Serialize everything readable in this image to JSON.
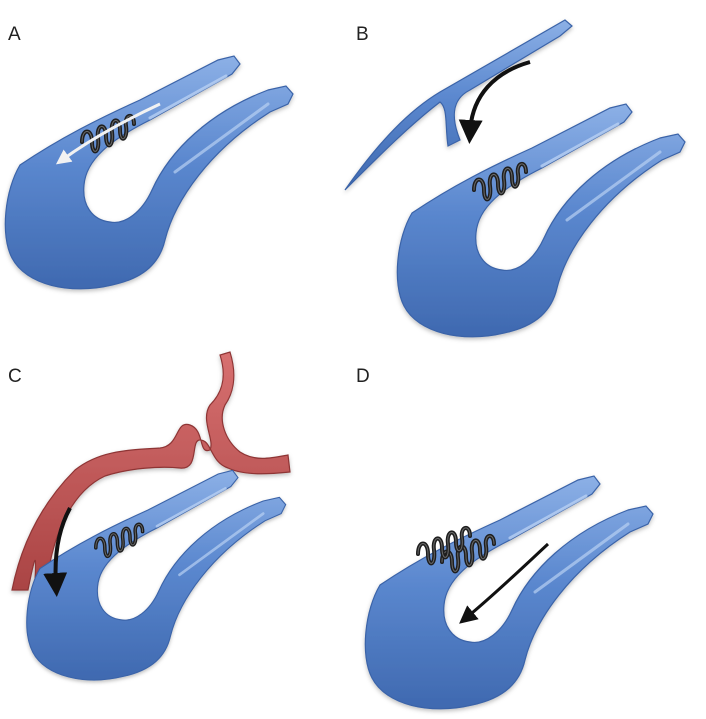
{
  "panels": [
    {
      "label": "A"
    },
    {
      "label": "B"
    },
    {
      "label": "C"
    },
    {
      "label": "D"
    }
  ],
  "colors": {
    "vessel_fill": "#5b88cf",
    "vessel_light": "#8cb0e6",
    "vessel_dark": "#3a63a8",
    "artery_fill": "#c25858",
    "artery_dark": "#8e3434",
    "coil": "#1e1e1e",
    "arrow_dark": "#111111",
    "arrow_light": "#f2f2f2",
    "background": "#ffffff"
  },
  "icons": [
    "coil-icon",
    "flow-arrow-icon"
  ]
}
